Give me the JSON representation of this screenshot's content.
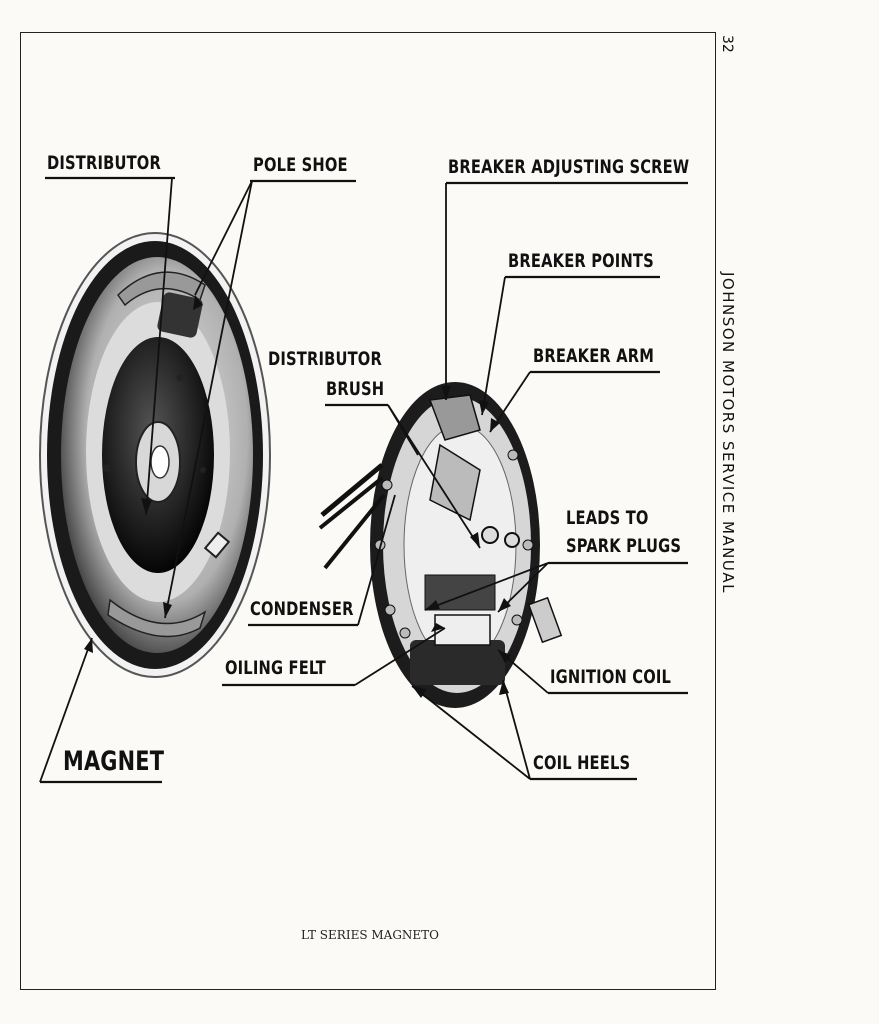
{
  "page_number": "32",
  "running_header": "JOHNSON MOTORS SERVICE MANUAL",
  "caption": "LT SERIES MAGNETO",
  "labels": {
    "distributor": "DISTRIBUTOR",
    "pole_shoe": "POLE SHOE",
    "breaker_adjusting_screw": "BREAKER ADJUSTING SCREW",
    "breaker_points": "BREAKER POINTS",
    "breaker_arm": "BREAKER ARM",
    "distributor_brush_1": "DISTRIBUTOR",
    "distributor_brush_2": "BRUSH",
    "leads_to_spark_plugs_1": "LEADS TO",
    "leads_to_spark_plugs_2": "SPARK PLUGS",
    "condenser": "CONDENSER",
    "oiling_felt": "OILING FELT",
    "ignition_coil": "IGNITION COIL",
    "coil_heels": "COIL HEELS",
    "magnet": "MAGNET"
  }
}
